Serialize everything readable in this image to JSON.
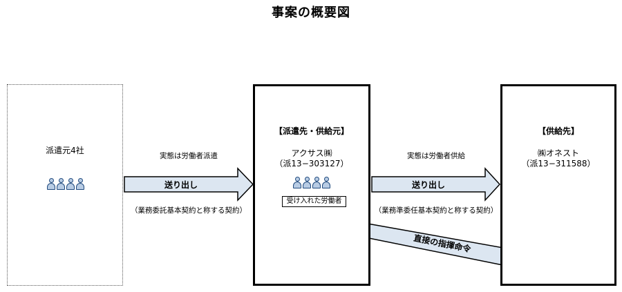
{
  "title": "事案の概要図",
  "left_box": {
    "name": "派遣元4社"
  },
  "middle_box": {
    "role": "【派遣先・供給元】",
    "company": "アクサス㈱",
    "license": "（派13−303127）",
    "workers_label": "受け入れた労働者"
  },
  "right_box": {
    "role": "【供給先】",
    "company": "㈱オネスト",
    "license": "（派13−311588）"
  },
  "arrow_left": {
    "above": "実態は労働者派遣",
    "label": "送り出し",
    "below": "（業務委託基本契約と称する契約）"
  },
  "arrow_right": {
    "above": "実態は労働者供給",
    "label": "送り出し",
    "below": "（業務準委任基本契約と称する契約）"
  },
  "arrow_back": {
    "label": "直接の指揮命令"
  },
  "colors": {
    "arrow_fill": "#dce6f1",
    "arrow_stroke": "#000000",
    "person_fill": "#b8cce4",
    "person_stroke": "#1f497d"
  }
}
